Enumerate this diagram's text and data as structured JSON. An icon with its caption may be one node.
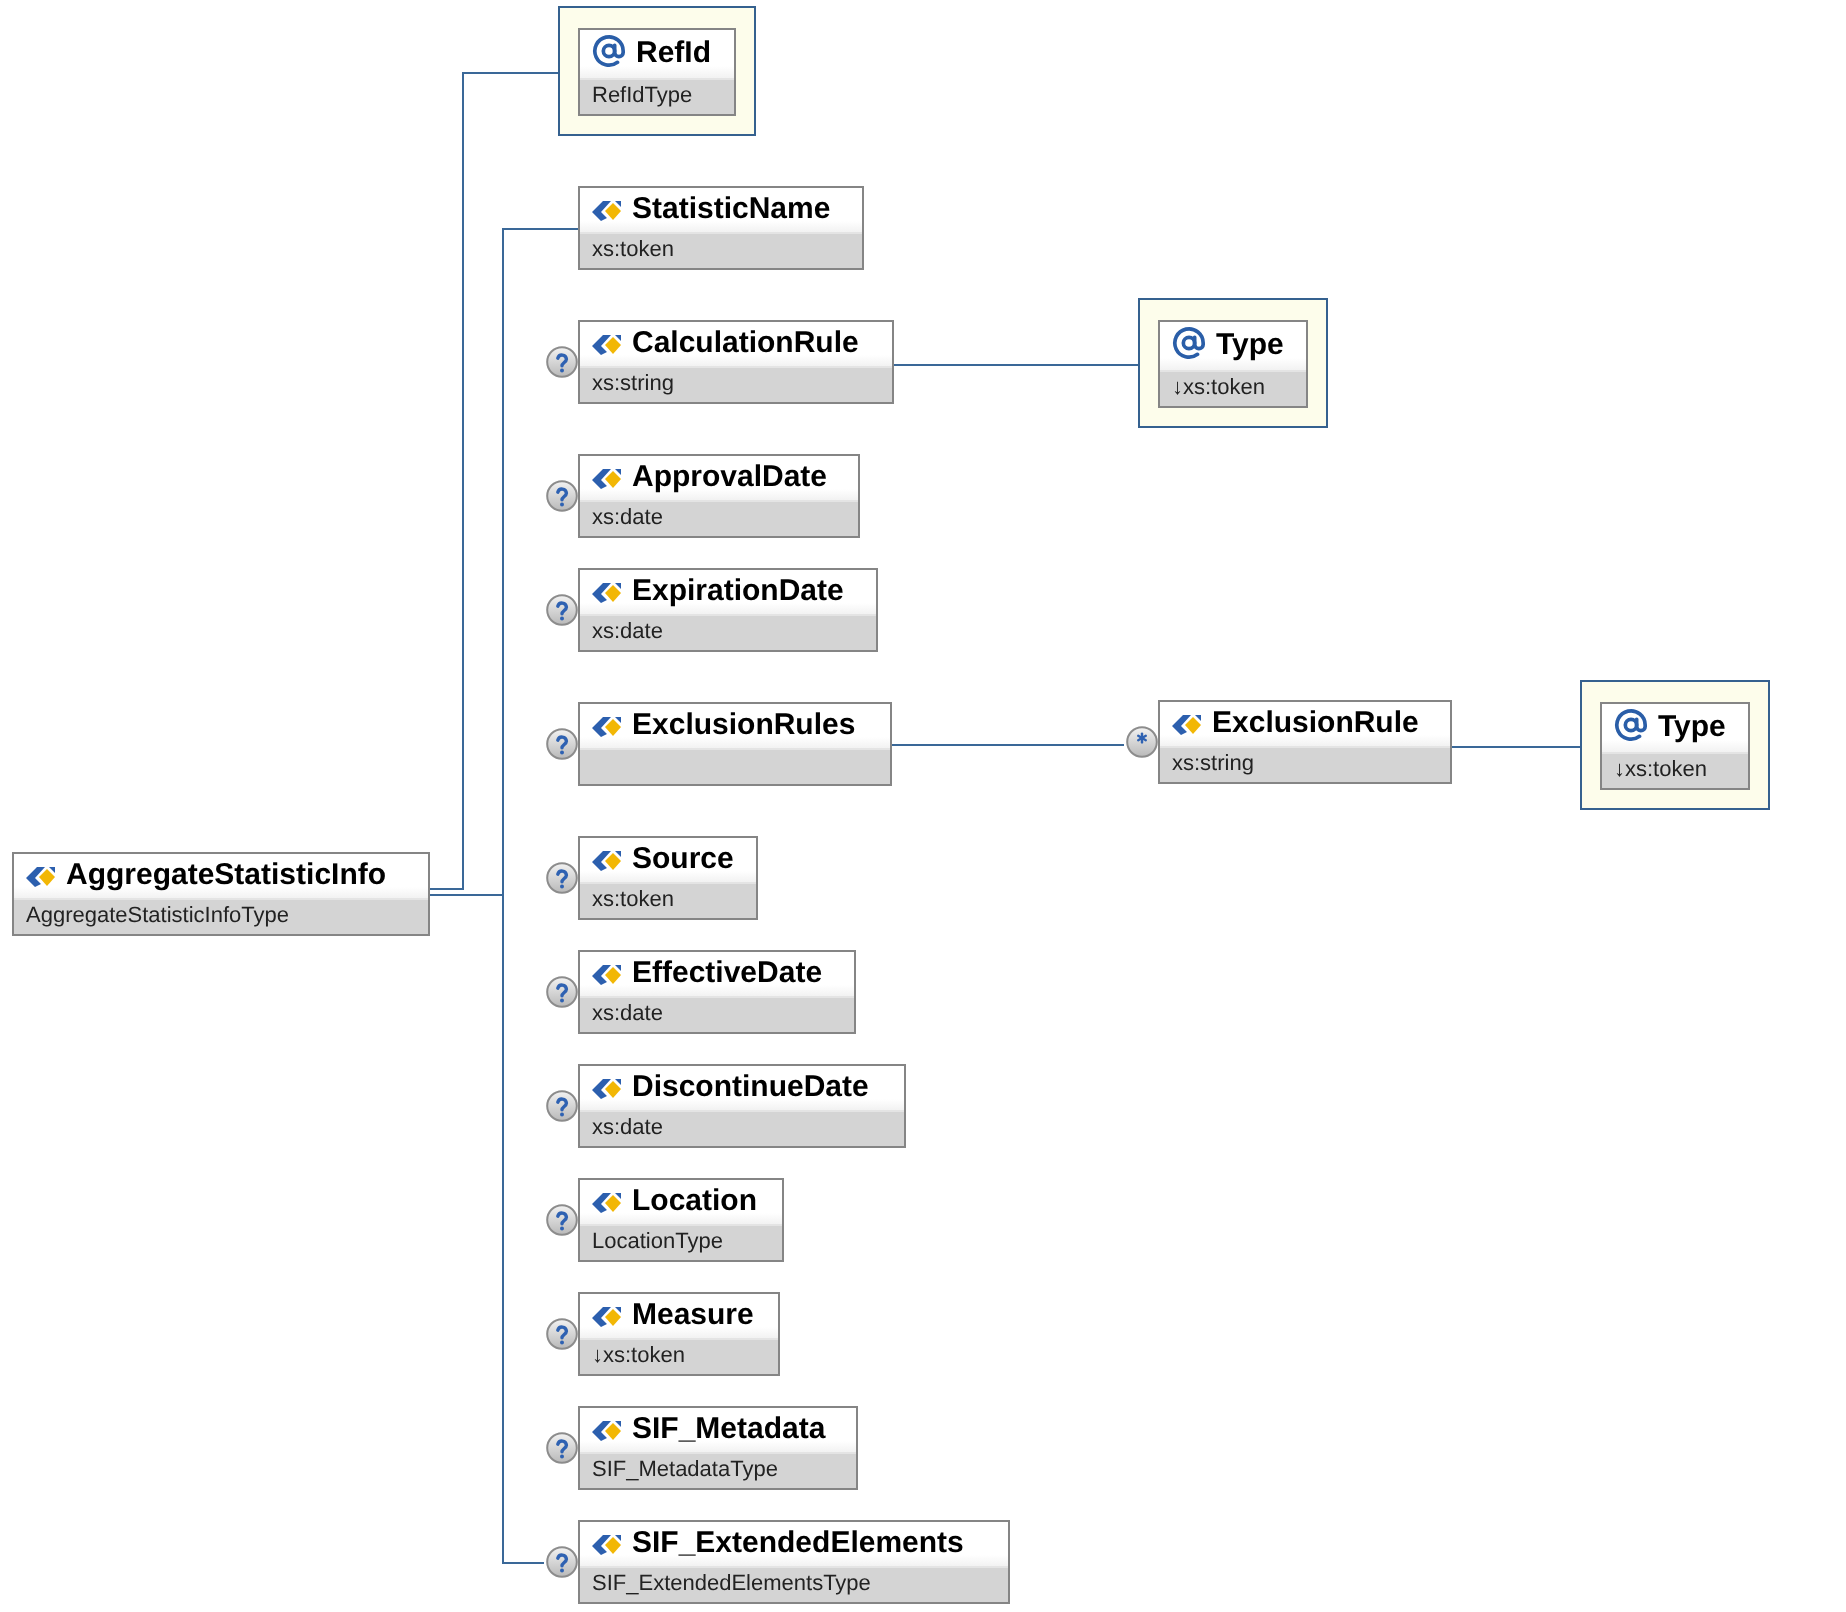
{
  "diagram": {
    "nodes": [
      {
        "text": [
          "AggregateStatisticInfo",
          "AggregateStatisticInfoType"
        ]
      },
      {
        "text": [],
        "shape": "box"
      },
      {
        "text": [
          "RefId",
          "RefIdType"
        ],
        "in": 1
      },
      {
        "text": [
          "StatisticName",
          "xs:token"
        ]
      },
      {
        "text": [
          "CalculationRule",
          "xs:string"
        ]
      },
      {
        "text": [],
        "shape": "box"
      },
      {
        "text": [
          "Type",
          "↓xs:token"
        ],
        "in": 5
      },
      {
        "text": [
          "ApprovalDate",
          "xs:date"
        ]
      },
      {
        "text": [
          "ExpirationDate",
          "xs:date"
        ]
      },
      {
        "text": [
          "ExclusionRules"
        ]
      },
      {
        "text": [
          "ExclusionRule",
          "xs:string"
        ]
      },
      {
        "text": [],
        "shape": "box"
      },
      {
        "text": [
          "Type",
          "↓xs:token"
        ],
        "in": 11
      },
      {
        "text": [
          "Source",
          "xs:token"
        ]
      },
      {
        "text": [
          "EffectiveDate",
          "xs:date"
        ]
      },
      {
        "text": [
          "DiscontinueDate",
          "xs:date"
        ]
      },
      {
        "text": [
          "Location",
          "LocationType"
        ]
      },
      {
        "text": [
          "Measure",
          "↓xs:token"
        ]
      },
      {
        "text": [
          "SIF_Metadata",
          "SIF_MetadataType"
        ]
      },
      {
        "text": [
          "SIF_ExtendedElements",
          "SIF_ExtendedElementsType"
        ]
      }
    ],
    "edges": [
      {
        "from": 0,
        "to": 1,
        "arrow": "none"
      },
      {
        "from": 0,
        "to": 3,
        "arrow": "none"
      },
      {
        "from": 0,
        "to": 19,
        "arrow": "none"
      },
      {
        "from": 4,
        "to": 5,
        "arrow": "none"
      },
      {
        "from": 9,
        "to": 10,
        "arrow": "none"
      },
      {
        "from": 10,
        "to": 11,
        "arrow": "none"
      }
    ]
  }
}
